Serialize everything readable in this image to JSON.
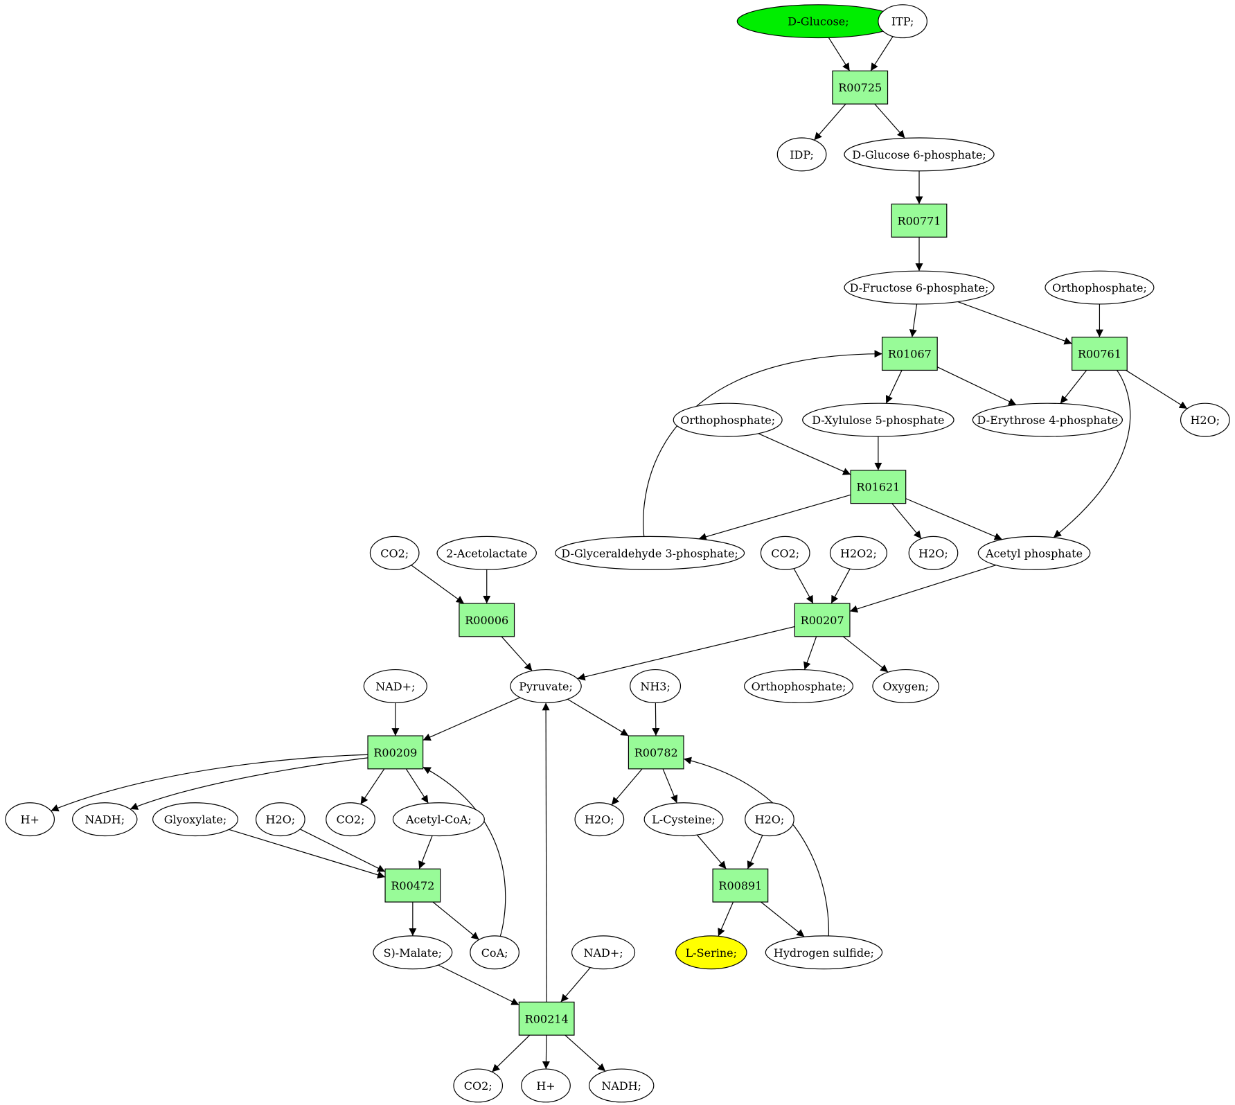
{
  "colors": {
    "reaction_fill": "#98fb98",
    "metabolite_fill": "#ffffff",
    "source_fill": "#00ee00",
    "target_fill": "#ffff00",
    "line": "#000000"
  },
  "nodes": [
    {
      "id": "glc",
      "label": "D-Glucose;",
      "type": "metabolite",
      "role": "source"
    },
    {
      "id": "itp",
      "label": "ITP;",
      "type": "metabolite"
    },
    {
      "id": "R00725",
      "label": "R00725",
      "type": "reaction"
    },
    {
      "id": "idp",
      "label": "IDP;",
      "type": "metabolite"
    },
    {
      "id": "g6p",
      "label": "D-Glucose 6-phosphate;",
      "type": "metabolite"
    },
    {
      "id": "R00771",
      "label": "R00771",
      "type": "reaction"
    },
    {
      "id": "f6p",
      "label": "D-Fructose 6-phosphate;",
      "type": "metabolite"
    },
    {
      "id": "pi1",
      "label": "Orthophosphate;",
      "type": "metabolite"
    },
    {
      "id": "R01067",
      "label": "R01067",
      "type": "reaction"
    },
    {
      "id": "R00761",
      "label": "R00761",
      "type": "reaction"
    },
    {
      "id": "pi2",
      "label": "Orthophosphate;",
      "type": "metabolite"
    },
    {
      "id": "x5p",
      "label": "D-Xylulose 5-phosphate",
      "type": "metabolite"
    },
    {
      "id": "e4p",
      "label": "D-Erythrose 4-phosphate",
      "type": "metabolite"
    },
    {
      "id": "h2o1",
      "label": "H2O;",
      "type": "metabolite"
    },
    {
      "id": "R01621",
      "label": "R01621",
      "type": "reaction"
    },
    {
      "id": "co2a",
      "label": "CO2;",
      "type": "metabolite"
    },
    {
      "id": "acl",
      "label": "2-Acetolactate",
      "type": "metabolite"
    },
    {
      "id": "ga3p",
      "label": "D-Glyceraldehyde 3-phosphate;",
      "type": "metabolite"
    },
    {
      "id": "co2b",
      "label": "CO2;",
      "type": "metabolite"
    },
    {
      "id": "h2o2",
      "label": "H2O2;",
      "type": "metabolite"
    },
    {
      "id": "h2o3",
      "label": "H2O;",
      "type": "metabolite"
    },
    {
      "id": "acp",
      "label": "Acetyl phosphate",
      "type": "metabolite"
    },
    {
      "id": "R00006",
      "label": "R00006",
      "type": "reaction"
    },
    {
      "id": "R00207",
      "label": "R00207",
      "type": "reaction"
    },
    {
      "id": "nad1",
      "label": "NAD+;",
      "type": "metabolite"
    },
    {
      "id": "pyr",
      "label": "Pyruvate;",
      "type": "metabolite"
    },
    {
      "id": "nh3",
      "label": "NH3;",
      "type": "metabolite"
    },
    {
      "id": "pi3",
      "label": "Orthophosphate;",
      "type": "metabolite"
    },
    {
      "id": "o2",
      "label": "Oxygen;",
      "type": "metabolite"
    },
    {
      "id": "R00209",
      "label": "R00209",
      "type": "reaction"
    },
    {
      "id": "R00782",
      "label": "R00782",
      "type": "reaction"
    },
    {
      "id": "h1",
      "label": "H+",
      "type": "metabolite"
    },
    {
      "id": "nadh1",
      "label": "NADH;",
      "type": "metabolite"
    },
    {
      "id": "glx",
      "label": "Glyoxylate;",
      "type": "metabolite"
    },
    {
      "id": "h2o4",
      "label": "H2O;",
      "type": "metabolite"
    },
    {
      "id": "co2c",
      "label": "CO2;",
      "type": "metabolite"
    },
    {
      "id": "accoa",
      "label": "Acetyl-CoA;",
      "type": "metabolite"
    },
    {
      "id": "h2o5",
      "label": "H2O;",
      "type": "metabolite"
    },
    {
      "id": "cys",
      "label": "L-Cysteine;",
      "type": "metabolite"
    },
    {
      "id": "h2o6",
      "label": "H2O;",
      "type": "metabolite"
    },
    {
      "id": "R00472",
      "label": "R00472",
      "type": "reaction"
    },
    {
      "id": "R00891",
      "label": "R00891",
      "type": "reaction"
    },
    {
      "id": "mal",
      "label": "S)-Malate;",
      "type": "metabolite"
    },
    {
      "id": "coa",
      "label": "CoA;",
      "type": "metabolite"
    },
    {
      "id": "nad2",
      "label": "NAD+;",
      "type": "metabolite"
    },
    {
      "id": "ser",
      "label": "L-Serine;",
      "type": "metabolite",
      "role": "target"
    },
    {
      "id": "h2s",
      "label": "Hydrogen sulfide;",
      "type": "metabolite"
    },
    {
      "id": "R00214",
      "label": "R00214",
      "type": "reaction"
    },
    {
      "id": "co2d",
      "label": "CO2;",
      "type": "metabolite"
    },
    {
      "id": "h2",
      "label": "H+",
      "type": "metabolite"
    },
    {
      "id": "nadh2",
      "label": "NADH;",
      "type": "metabolite"
    }
  ],
  "edges": [
    {
      "from": "glc",
      "to": "R00725"
    },
    {
      "from": "itp",
      "to": "R00725"
    },
    {
      "from": "R00725",
      "to": "idp"
    },
    {
      "from": "R00725",
      "to": "g6p"
    },
    {
      "from": "g6p",
      "to": "R00771"
    },
    {
      "from": "R00771",
      "to": "f6p"
    },
    {
      "from": "f6p",
      "to": "R01067"
    },
    {
      "from": "f6p",
      "to": "R00761"
    },
    {
      "from": "pi1",
      "to": "R00761"
    },
    {
      "from": "R01067",
      "to": "x5p"
    },
    {
      "from": "R01067",
      "to": "e4p"
    },
    {
      "from": "R00761",
      "to": "e4p"
    },
    {
      "from": "R00761",
      "to": "h2o1"
    },
    {
      "from": "R00761",
      "to": "acp"
    },
    {
      "from": "pi2",
      "to": "R01621"
    },
    {
      "from": "x5p",
      "to": "R01621"
    },
    {
      "from": "R01621",
      "to": "ga3p"
    },
    {
      "from": "R01621",
      "to": "h2o3"
    },
    {
      "from": "R01621",
      "to": "acp"
    },
    {
      "from": "ga3p",
      "to": "R01067"
    },
    {
      "from": "co2a",
      "to": "R00006"
    },
    {
      "from": "acl",
      "to": "R00006"
    },
    {
      "from": "R00006",
      "to": "pyr"
    },
    {
      "from": "co2b",
      "to": "R00207"
    },
    {
      "from": "h2o2",
      "to": "R00207"
    },
    {
      "from": "acp",
      "to": "R00207"
    },
    {
      "from": "R00207",
      "to": "pyr"
    },
    {
      "from": "R00207",
      "to": "pi3"
    },
    {
      "from": "R00207",
      "to": "o2"
    },
    {
      "from": "nad1",
      "to": "R00209"
    },
    {
      "from": "pyr",
      "to": "R00209"
    },
    {
      "from": "coa",
      "to": "R00209"
    },
    {
      "from": "R00209",
      "to": "h1"
    },
    {
      "from": "R00209",
      "to": "nadh1"
    },
    {
      "from": "R00209",
      "to": "co2c"
    },
    {
      "from": "R00209",
      "to": "accoa"
    },
    {
      "from": "pyr",
      "to": "R00782"
    },
    {
      "from": "nh3",
      "to": "R00782"
    },
    {
      "from": "h2s",
      "to": "R00782"
    },
    {
      "from": "R00782",
      "to": "h2o5"
    },
    {
      "from": "R00782",
      "to": "cys"
    },
    {
      "from": "glx",
      "to": "R00472"
    },
    {
      "from": "h2o4",
      "to": "R00472"
    },
    {
      "from": "accoa",
      "to": "R00472"
    },
    {
      "from": "R00472",
      "to": "mal"
    },
    {
      "from": "R00472",
      "to": "coa"
    },
    {
      "from": "cys",
      "to": "R00891"
    },
    {
      "from": "h2o6",
      "to": "R00891"
    },
    {
      "from": "R00891",
      "to": "ser"
    },
    {
      "from": "R00891",
      "to": "h2s"
    },
    {
      "from": "mal",
      "to": "R00214"
    },
    {
      "from": "nad2",
      "to": "R00214"
    },
    {
      "from": "R00214",
      "to": "pyr"
    },
    {
      "from": "R00214",
      "to": "co2d"
    },
    {
      "from": "R00214",
      "to": "h2"
    },
    {
      "from": "R00214",
      "to": "nadh2"
    }
  ]
}
